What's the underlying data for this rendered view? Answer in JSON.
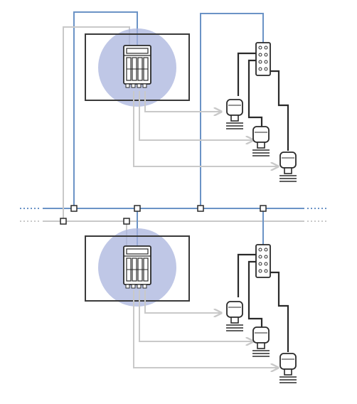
{
  "diagram": {
    "colors": {
      "network_primary": "#6b93c6",
      "network_secondary": "#c9c9c9",
      "field_wiring": "#2a2a2a",
      "highlight": "#aab4de",
      "enclosure": "#3a3a3a"
    },
    "networks": [
      "blue-line-network",
      "gray-line-network"
    ],
    "sections": [
      {
        "id": "upper",
        "controller_icon": "terminal-block-controller-icon",
        "distribution_box_icon": "io-distribution-box-icon",
        "device_icon": "valve-actuator-icon",
        "device_count": 3
      },
      {
        "id": "lower",
        "controller_icon": "terminal-block-controller-icon",
        "distribution_box_icon": "io-distribution-box-icon",
        "device_icon": "valve-actuator-icon",
        "device_count": 3
      }
    ]
  }
}
